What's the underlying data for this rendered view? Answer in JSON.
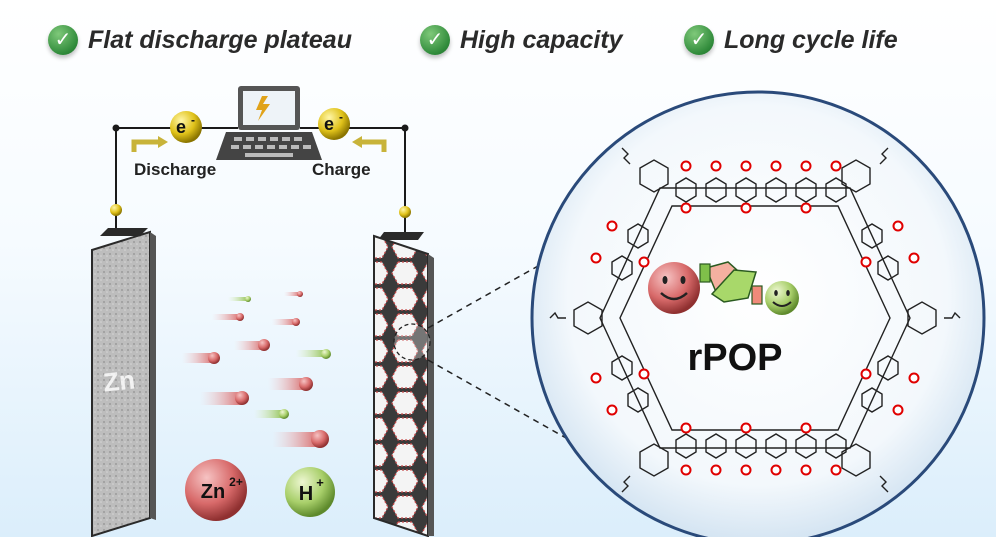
{
  "features": [
    {
      "label": "Flat discharge plateau"
    },
    {
      "label": "High capacity"
    },
    {
      "label": "Long cycle life"
    }
  ],
  "circuit": {
    "electron_symbol": "e",
    "electron_sup": "-",
    "discharge_label": "Discharge",
    "charge_label": "Charge"
  },
  "anode": {
    "label": "Zn"
  },
  "ions": {
    "zinc": {
      "base": "Zn",
      "sup": "2+"
    },
    "proton": {
      "base": "H",
      "sup": "+"
    }
  },
  "framework": {
    "label": "rPOP"
  },
  "colors": {
    "check_green": "#2f8a3a",
    "zinc_ion": "#d86a6a",
    "proton": "#a8cf6a",
    "carbonyl_oxygen": "#e00000",
    "zoom_circle_edge": "#2a4a7a"
  }
}
